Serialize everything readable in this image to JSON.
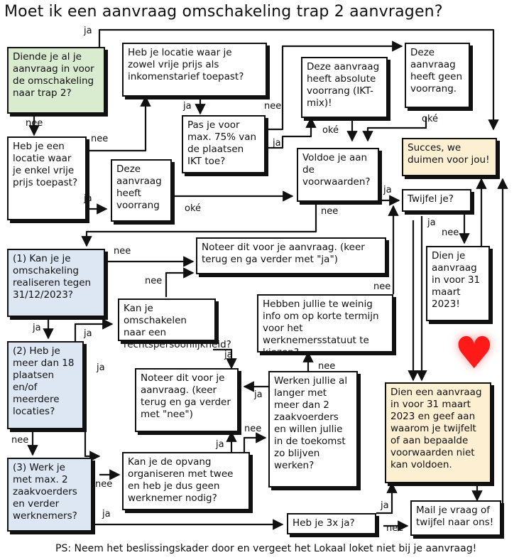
{
  "title": "Moet ik een aanvraag omschakeling trap 2 aanvragen?",
  "boxes": {
    "b1": "Diende je al je aanvraag in voor de omschakeling naar trap 2?",
    "b2": "Heb je een locatie waar je enkel vrije prijs toepast?",
    "b3": "Heb je locatie waar je zowel vrije prijs als inkomenstarief toepast?",
    "b4": "Pas je voor max. 75% van de plaatsen IKT toe?",
    "b5": "Deze aanvraag heeft voorrang",
    "b6": "Deze aanvraag heeft absolute voorrang (IKT-mix)!",
    "b7": "Deze aanvraag heeft geen voorrang.",
    "b8": "Succes, we duimen voor jou!",
    "b9": "Voldoe je aan de voorwaarden?",
    "b10": "Twijfel je?",
    "b11": "(1) Kan je je omschakeling realiseren tegen 31/12/2023?",
    "b12": "Noteer dit voor je aanvraag. (keer terug en ga verder met \"ja\")",
    "b13": "Dien je aanvraag in voor 31 maart 2023!",
    "b14": "Hebben jullie te weinig info om op korte termijn voor het werknemersstatuut te kiezen?",
    "b15": "Kan je omschakelen naar een rechtspersoonlijkheid?",
    "b16": "(2) Heb je meer dan 18 plaatsen en/of meerdere locaties?",
    "b17": "Noteer dit voor je aanvraag. (keer terug en ga verder met \"nee\")",
    "b18": "Werken jullie al langer met meer dan 2 zaakvoerders en willen jullie in de toekomst zo blijven werken?",
    "b19": "Dien een aanvraag in voor 31 maart 2023 en geef aan waarom je twijfelt of aan bepaalde voorwaarden niet kan voldoen.",
    "b20": "(3) Werk je met max. 2 zaakvoerders en verder werknemers?",
    "b21": "Kan je de opvang organiseren met twee en heb je dus geen werknemer nodig?",
    "b22": "Heb je 3x ja?",
    "b23": "Mail je vraag of twijfel naar ons!"
  },
  "labels": {
    "ja": "ja",
    "nee": "nee",
    "oke": "oké"
  },
  "ps": "PS: Neem het beslissingskader door en vergeet het Lokaal loket niet bij je aanvraag!",
  "heart": "♥"
}
